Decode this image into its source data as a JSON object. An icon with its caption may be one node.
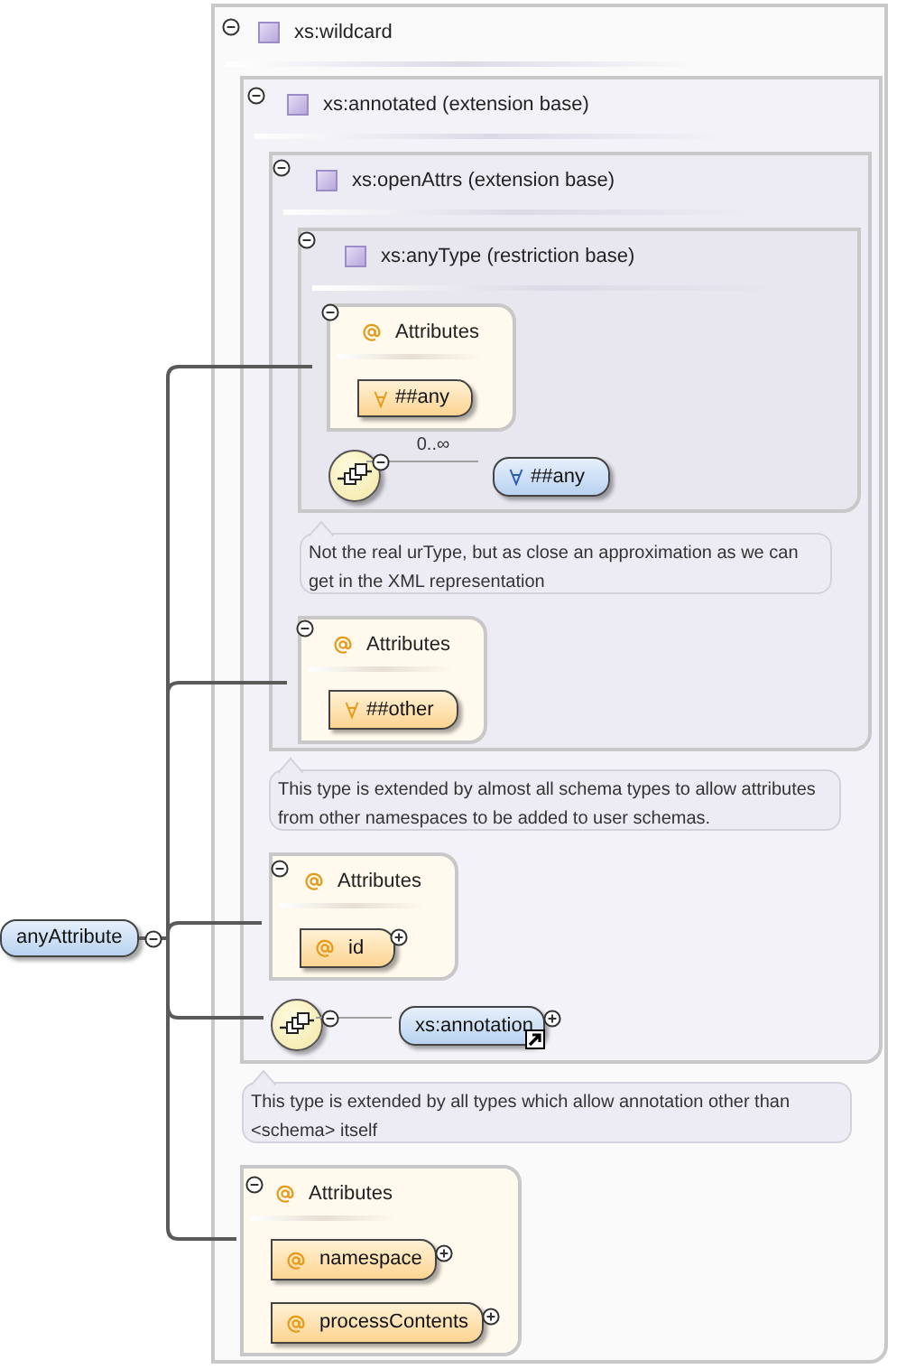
{
  "diagram": {
    "nodes": [
      {
        "text": [
          "xs:wildcard"
        ]
      },
      {
        "text": [
          "xs:annotated (extension base)"
        ],
        "in": 0
      },
      {
        "text": [
          "xs:openAttrs (extension base)"
        ],
        "in": 1
      },
      {
        "text": [
          "xs:anyType (restriction base)"
        ],
        "in": 2
      },
      {
        "text": [
          "Attributes"
        ],
        "in": 3
      },
      {
        "text": [
          "##any"
        ],
        "in": 4
      },
      {
        "text": [],
        "shape": "circle",
        "in": 3
      },
      {
        "text": [
          "##any"
        ],
        "in": 3
      },
      {
        "text": [
          "Not the real urType, but as close an approximation as we can get in the XML representation"
        ],
        "in": 2
      },
      {
        "text": [
          "Attributes"
        ],
        "in": 2
      },
      {
        "text": [
          "##other"
        ],
        "in": 9
      },
      {
        "text": [
          "This type is extended by almost all schema types to allow attributes from other namespaces to be added to user schemas."
        ],
        "in": 1
      },
      {
        "text": [
          "Attributes"
        ],
        "in": 1
      },
      {
        "text": [
          "id"
        ],
        "in": 12
      },
      {
        "text": [],
        "shape": "circle",
        "in": 1
      },
      {
        "text": [
          "xs:annotation"
        ],
        "in": 1
      },
      {
        "text": [
          "This type is extended by all types which allow annotation other than <schema> itself"
        ],
        "in": 0
      },
      {
        "text": [
          "Attributes"
        ],
        "in": 0
      },
      {
        "text": [
          "namespace"
        ],
        "in": 17
      },
      {
        "text": [
          "processContents"
        ],
        "in": 17
      },
      {
        "text": [
          "anyAttribute"
        ]
      }
    ],
    "edges": [
      {
        "from": 20,
        "to": 4,
        "arrow": "none"
      },
      {
        "from": 6,
        "to": 7,
        "arrow": "none",
        "label": "0..∞",
        "color": "#a0a0a0"
      },
      {
        "from": 20,
        "to": 9,
        "arrow": "none"
      },
      {
        "from": 20,
        "to": 12,
        "arrow": "none"
      },
      {
        "from": 20,
        "to": 14,
        "arrow": "none"
      },
      {
        "from": 14,
        "to": 15,
        "arrow": "none",
        "color": "#a0a0a0"
      },
      {
        "from": 20,
        "to": 17,
        "arrow": "none"
      }
    ]
  }
}
